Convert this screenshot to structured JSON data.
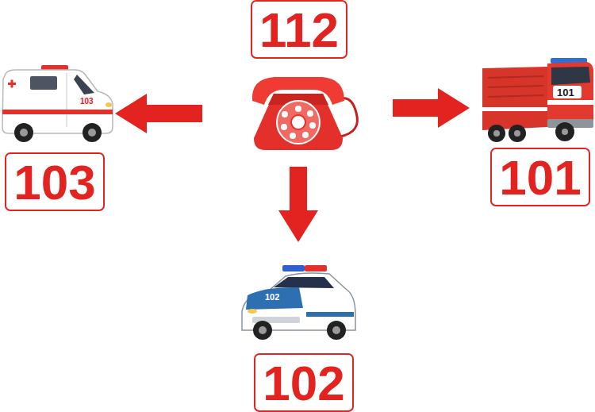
{
  "diagram": {
    "nodes": [
      {
        "text": [
          "112"
        ]
      },
      {
        "text": [
          "103"
        ]
      },
      {
        "text": [
          "101"
        ]
      },
      {
        "text": [
          "102"
        ]
      }
    ],
    "edges": [
      {
        "from": 0,
        "to": 1,
        "arrow": "to"
      },
      {
        "from": 0,
        "to": 2,
        "arrow": "to"
      },
      {
        "from": 0,
        "to": 3,
        "arrow": "to"
      }
    ],
    "labels": [
      "103",
      "101",
      "102"
    ]
  }
}
